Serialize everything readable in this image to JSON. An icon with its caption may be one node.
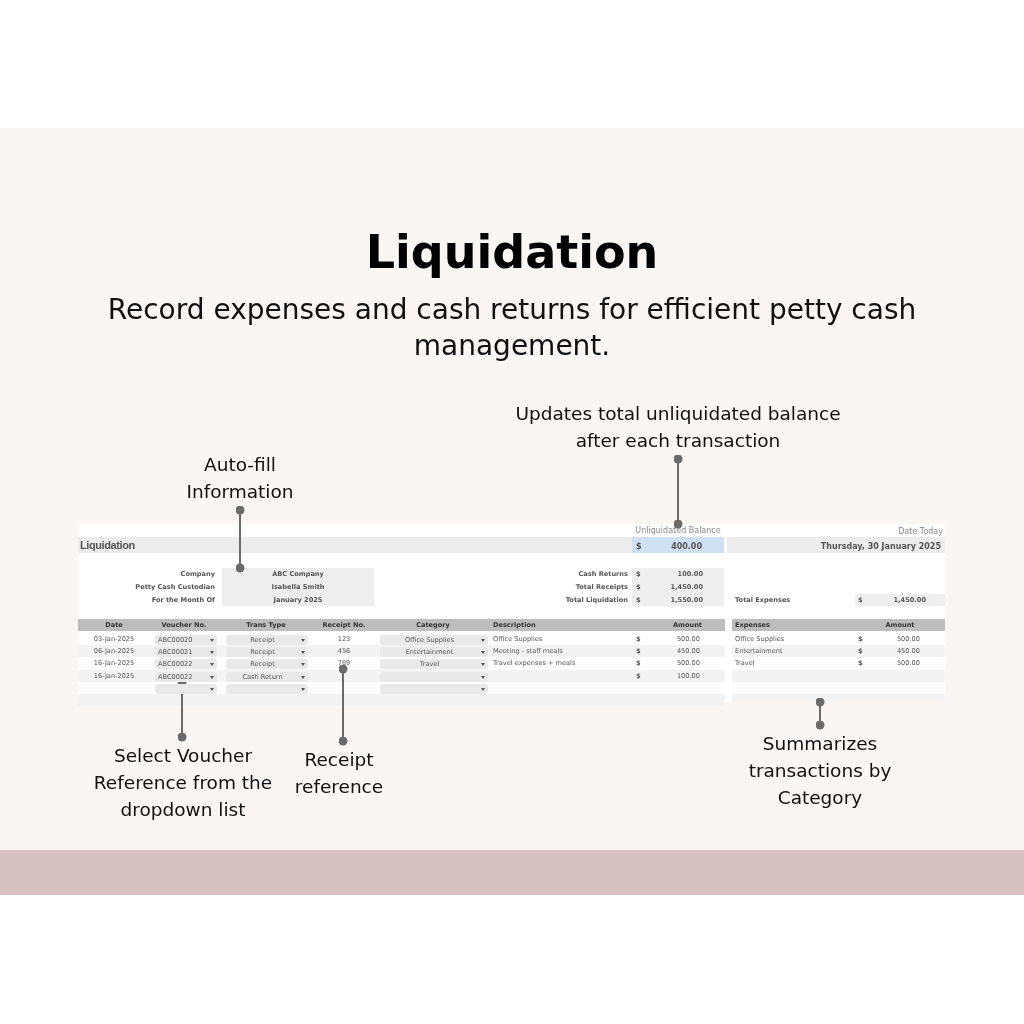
{
  "diagram": {
    "title": "Liquidation",
    "caption": "Record expenses and cash returns for efficient petty cash management.",
    "nodes": [
      {
        "text": [
          "Auto-fill Information"
        ]
      },
      {
        "text": [
          "Updates total unliquidated balance after each transaction"
        ]
      },
      {
        "text": [
          "Select Voucher Reference from the dropdown list"
        ]
      },
      {
        "text": [
          "Receipt reference"
        ]
      },
      {
        "text": [
          "Summarizes transactions by Category"
        ]
      },
      {
        "text": [],
        "shape": "box"
      },
      {
        "text": [
          "Unliquidated Balance"
        ]
      },
      {
        "text": [
          "789"
        ]
      },
      {
        "text": [
          "ABC00022"
        ]
      },
      {
        "text": [],
        "shape": "box"
      }
    ],
    "edges": [
      {
        "from": 0,
        "to": 5,
        "arrow": "other"
      },
      {
        "from": 1,
        "to": 6,
        "arrow": "other"
      },
      {
        "from": 2,
        "to": 8,
        "arrow": "other"
      },
      {
        "from": 3,
        "to": 7,
        "arrow": "other"
      },
      {
        "from": 4,
        "to": 9,
        "arrow": "other"
      }
    ],
    "labels": [
      "Date Today",
      "Liquidation",
      "$",
      "400.00",
      "Thursday, 30 January 2025",
      "Company",
      "ABC Company",
      "Cash Returns",
      "$",
      "100.00",
      "Petty Cash Custodian",
      "Isabella Smith",
      "Total Receipts",
      "$",
      "1,450.00",
      "For the Month Of",
      "January 2025",
      "Total Liquidation",
      "$",
      "1,550.00",
      "Total Expenses",
      "$",
      "1,450.00",
      "Date",
      "Voucher No.",
      "Trans Type",
      "Receipt No.",
      "Category",
      "Description",
      "Amount",
      "Expenses",
      "Amount",
      "03-Jan-2025",
      "ABC00020",
      "Receipt",
      "123",
      "Office Supplies",
      "Office Supplies",
      "$",
      "500.00",
      "Office Supplies",
      "$",
      "500.00",
      "06-Jan-2025",
      "ABC00021",
      "Receipt",
      "456",
      "Entertainment",
      "Meeting - staff meals",
      "$",
      "450.00",
      "Entertainment",
      "$",
      "450.00",
      "16-Jan-2025",
      "ABC00022",
      "Receipt",
      "Travel",
      "Travel expenses + meals",
      "$",
      "500.00",
      "Travel",
      "$",
      "500.00",
      "16-Jan-2025",
      "Cash Return",
      "$",
      "100.00"
    ]
  }
}
